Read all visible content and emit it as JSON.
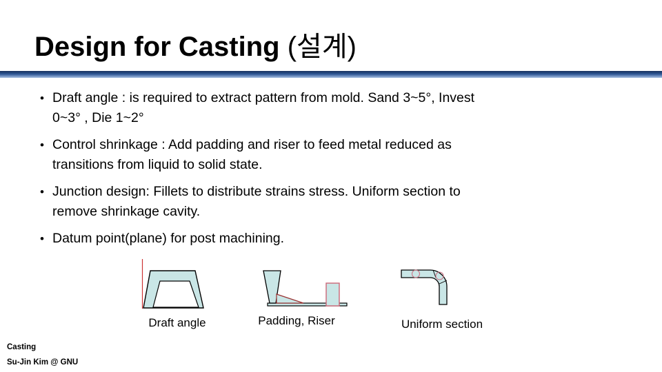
{
  "slide": {
    "title": {
      "main": "Design for Casting ",
      "suffix": "(설계)"
    },
    "bullets": [
      {
        "lines": [
          "Draft angle : is required to extract pattern from mold. Sand 3~5°, Invest",
          "0~3° , Die 1~2°"
        ]
      },
      {
        "lines": [
          "Control shrinkage : Add padding and riser to feed metal reduced as",
          "transitions from liquid to solid state."
        ]
      },
      {
        "lines": [
          "Junction design: Fillets to distribute strains stress. Uniform section to",
          "remove shrinkage cavity."
        ]
      },
      {
        "lines": [
          "Datum point(plane) for post machining."
        ]
      }
    ],
    "figures": [
      {
        "caption": "Draft angle"
      },
      {
        "caption": "Padding, Riser"
      },
      {
        "caption": "Uniform section"
      }
    ],
    "footer": {
      "topic": "Casting",
      "credit": "Su-Jin Kim @ GNU"
    },
    "colors": {
      "rule_gradient_top": "#16305c",
      "rule_gradient_mid": "#2e5694",
      "rule_gradient_bottom": "#a6bfe2",
      "figure_fill": "#c9e6e6",
      "figure_outline": "#000000",
      "annotation_red": "#cc3333",
      "annotation_dark_red": "#993333",
      "annotation_pink": "#cc6677"
    }
  }
}
